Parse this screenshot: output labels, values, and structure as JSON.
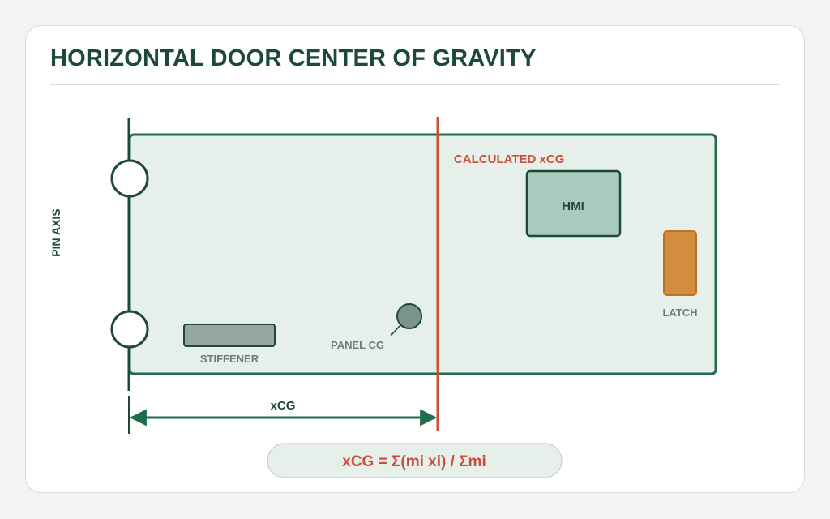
{
  "title": "HORIZONTAL DOOR CENTER OF GRAVITY",
  "labels": {
    "pin_axis": "PIN AXIS",
    "calculated_xcg": "CALCULATED xCG",
    "hmi": "HMI",
    "latch": "LATCH",
    "stiffener": "STIFFENER",
    "panel_cg": "PANEL CG",
    "xcg_dimension": "xCG"
  },
  "formula": "xCG = Σ(mi xi) / Σmi",
  "colors": {
    "primary_dark_green": "#1c4a36",
    "door_green": "#1e6e4c",
    "door_fill": "#e7efeb",
    "cg_red": "#c8503a",
    "hmi_fill": "#a8cbbd",
    "latch_orange": "#d38d3e",
    "stiffener_gray": "#97a6a0",
    "panel_cg_gray": "#7c9389"
  }
}
